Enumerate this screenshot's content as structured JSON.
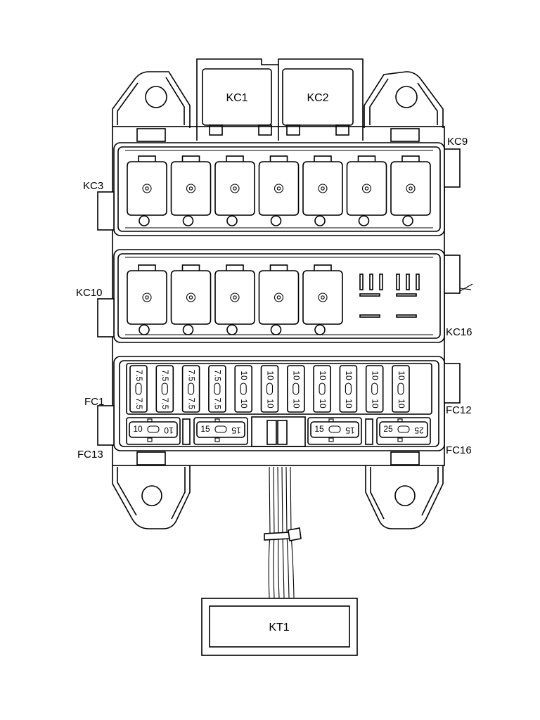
{
  "labels": {
    "kc1": "KC1",
    "kc2": "KC2",
    "kc3": "KC3",
    "kc9": "KC9",
    "kc10": "KC10",
    "kc16": "KC16",
    "fc1": "FC1",
    "fc12": "FC12",
    "fc13": "FC13",
    "fc16": "FC16",
    "kt1": "KT1"
  },
  "relay_rows": {
    "top_count": 7,
    "middle_count": 5
  },
  "upper_fuses": [
    "7.5",
    "7.5",
    "7.5",
    "7.5",
    "10",
    "10",
    "10",
    "10",
    "10",
    "10",
    "10"
  ],
  "lower_fuses": [
    "10",
    "15",
    "15",
    "25"
  ]
}
